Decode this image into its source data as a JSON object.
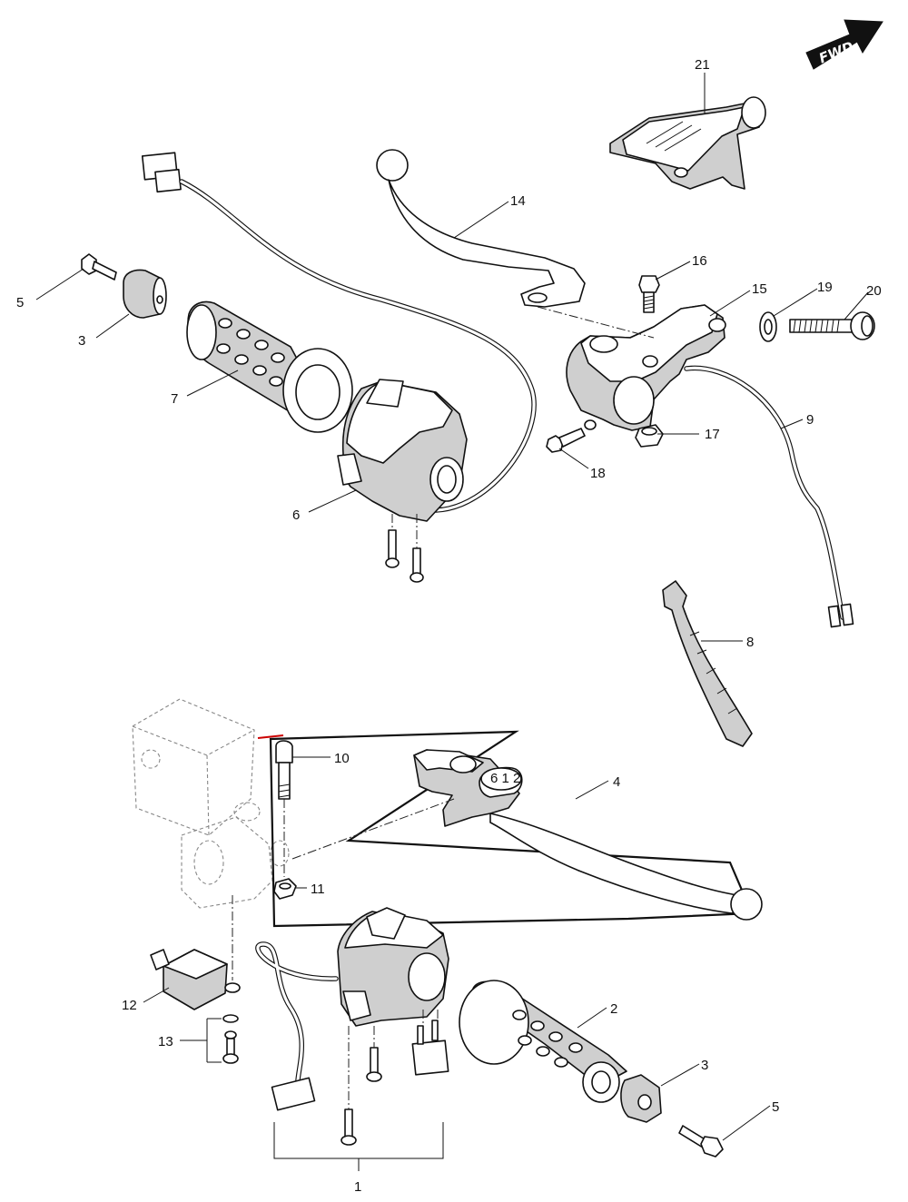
{
  "fwd_label": "FWD",
  "callouts": {
    "c1": "1",
    "c2": "2",
    "c3_top": "3",
    "c3_bottom": "3",
    "c4": "4",
    "c5_top": "5",
    "c5_bottom": "5",
    "c6": "6",
    "c7": "7",
    "c8": "8",
    "c9": "9",
    "c10": "10",
    "c11": "11",
    "c12": "12",
    "c13": "13",
    "c14": "14",
    "c15": "15",
    "c16": "16",
    "c17": "17",
    "c18": "18",
    "c19": "19",
    "c20": "20",
    "c21": "21"
  },
  "colors": {
    "line": "#111111",
    "part_fill": "#ffffff",
    "shade": "#cfcfcf",
    "accent_mark": "#cc0000"
  }
}
